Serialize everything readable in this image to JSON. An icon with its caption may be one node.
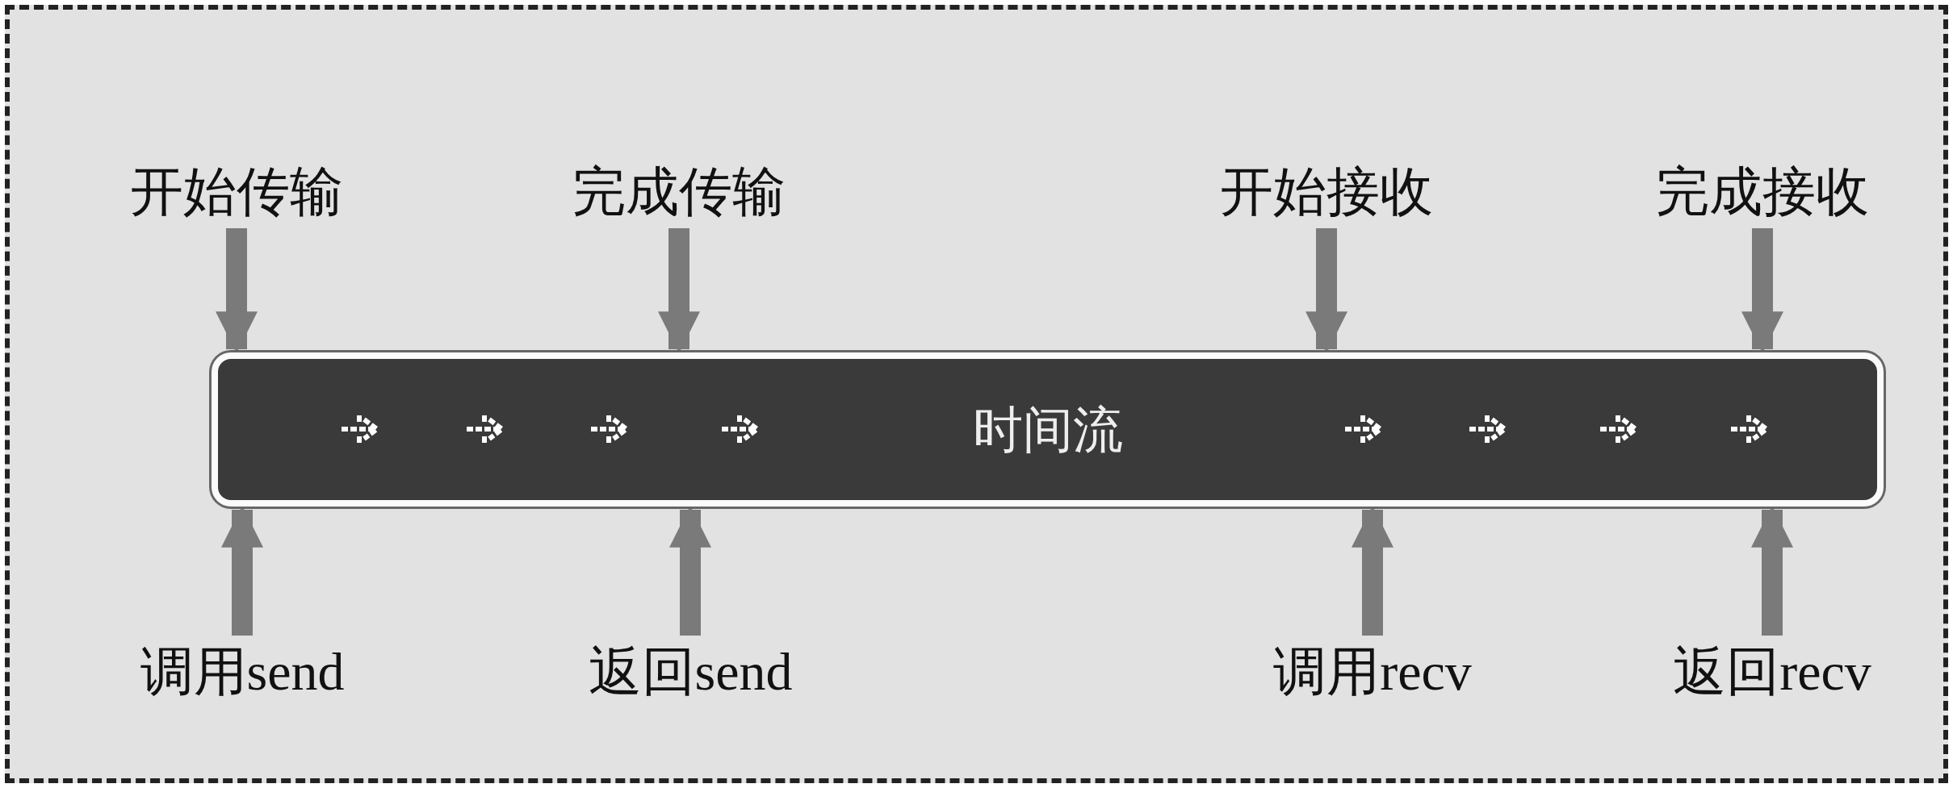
{
  "diagram": {
    "nodes": [
      {
        "text": [
          "开始传输"
        ]
      },
      {
        "text": [
          "完成传输"
        ]
      },
      {
        "text": [
          "开始接收"
        ]
      },
      {
        "text": [
          "完成接收"
        ]
      },
      {
        "text": [
          "时间流"
        ]
      },
      {
        "text": [
          "调用send"
        ]
      },
      {
        "text": [
          "返回send"
        ]
      },
      {
        "text": [
          "调用recv"
        ]
      },
      {
        "text": [
          "返回recv"
        ]
      }
    ],
    "edges": [
      {
        "from": 0,
        "to": 4,
        "arrow": "to"
      },
      {
        "from": 1,
        "to": 4,
        "arrow": "to"
      },
      {
        "from": 2,
        "to": 4,
        "arrow": "to"
      },
      {
        "from": 3,
        "to": 4,
        "arrow": "to"
      },
      {
        "from": 5,
        "to": 4,
        "arrow": "to"
      },
      {
        "from": 6,
        "to": 4,
        "arrow": "to"
      },
      {
        "from": 7,
        "to": 4,
        "arrow": "to"
      },
      {
        "from": 8,
        "to": 4,
        "arrow": "to"
      }
    ]
  }
}
